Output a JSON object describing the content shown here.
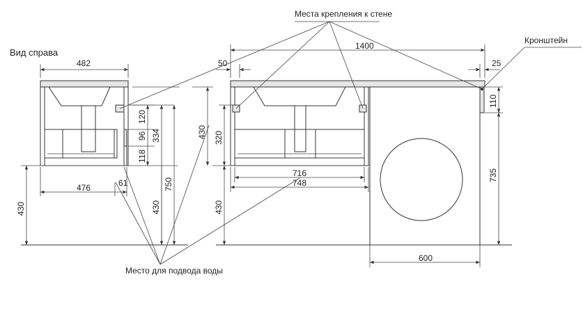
{
  "labels": {
    "right_view": "Вид справа",
    "wall_mounts": "Места крепления к стене",
    "bracket": "Кронштейн",
    "water_supply": "Место для подвода воды"
  },
  "dimensions": {
    "side_width": "482",
    "side_depth_inner": "476",
    "side_offset": "61",
    "side_h120": "120",
    "side_h96": "96",
    "side_h118": "118",
    "side_h334": "334",
    "side_h750": "750",
    "side_h430_left": "430",
    "side_h430_mid": "430",
    "side_h430_right": "430",
    "front_total_width": "1400",
    "front_left_offset": "50",
    "front_right_offset": "25",
    "front_h320": "320",
    "front_h430": "430",
    "front_w716": "716",
    "front_w748": "748",
    "bracket_h110": "110",
    "machine_h735": "735",
    "machine_w600": "600"
  }
}
